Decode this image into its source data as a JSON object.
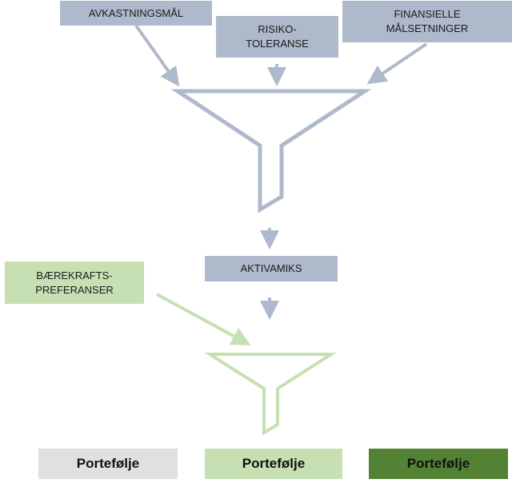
{
  "inputs": {
    "avkastningsmal": "AVKASTNINGSMÅL",
    "risikotoleranse_line1": "RISIKO-",
    "risikotoleranse_line2": "TOLERANSE",
    "finansielle_line1": "FINANSIELLE",
    "finansielle_line2": "MÅLSETNINGER"
  },
  "aktivamiks": "AKTIVAMIKS",
  "baerekraft_line1": "BÆREKRAFTS-",
  "baerekraft_line2": "PREFERANSER",
  "portfolios": [
    {
      "label": "Portefølje",
      "color": "#e0e0e0"
    },
    {
      "label": "Portefølje",
      "color": "#c6e0b4"
    },
    {
      "label": "Portefølje",
      "color": "#548235"
    }
  ],
  "colors": {
    "grey": "#aeb9cb",
    "light_green": "#c6e0b4",
    "dark_green": "#548235"
  }
}
